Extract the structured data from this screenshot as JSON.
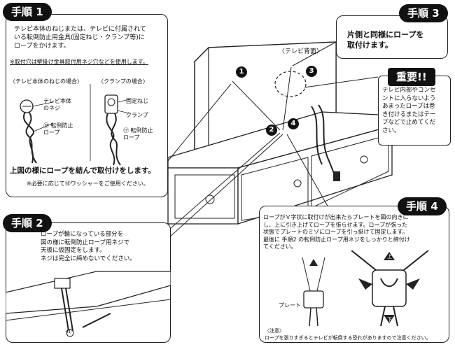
{
  "step1": {
    "badge": "手順 1",
    "text": "テレビ本体のねじまたは、テレビに付属されて\nいる転倒防止用金具(固定ねじ・クランプ等)に\nロープをかけます。",
    "note": "※取付穴は壁掛け金具取付用ネジ穴などを使用します。",
    "case_screw": "〈テレビ本体のねじの場合〉",
    "case_clamp": "〈クランプの場合〉",
    "label_tv_screw": "テレビ本体\nのネジ",
    "label_rope_a": "⑰ 転倒防止\nロープ",
    "label_fix_screw": "固定ねじ",
    "label_clamp": "クランプ",
    "label_rope_b": "⑰ 転倒防止\nロープ",
    "bottom_text": "上図の様にロープを結んで取付けをします。",
    "washer_note": "※必要に応じて⑱ワッシャーをご使用ください。"
  },
  "step3": {
    "badge": "手順 3",
    "text": "片側と同様にロープを\n取付けます。"
  },
  "important": {
    "badge": "重要!!",
    "text": "テレビ内部やコンセ\nントに入らないよう\nあまったロープは巻\nき付けるまたはテー\nプなどで止めてくだ\nさい。"
  },
  "tv_back_label": "〈テレビ背面〉",
  "markers": [
    "1",
    "2",
    "3",
    "4"
  ],
  "step2": {
    "badge": "手順 2",
    "text": "ロープが輪になっている部分を\n図の様に転倒防止ロープ用ネジで\n天板に仮固定をします。\nネジは完全に締めないでください。",
    "screw_num": "⑲"
  },
  "step4": {
    "badge": "手順 4",
    "text": "ロープがＶ字状に取付けが出来たらプレートを図の向きに\nし、上に引き上げてロープを張らせます。ロープが張った\n状態でプレートのミゾにロープを引っ掛けて固定します。\n最後に 手順2 の転倒防止ロープ用ネジをしっかりと締付け\nてください。",
    "plate_label": "プレート",
    "arrow_up": "上",
    "arrow_down": "下",
    "caution_title": "〈注意〉",
    "caution_text": "ロープを張りすぎるとテレビが転倒する恐れがありますので注意ください。"
  }
}
